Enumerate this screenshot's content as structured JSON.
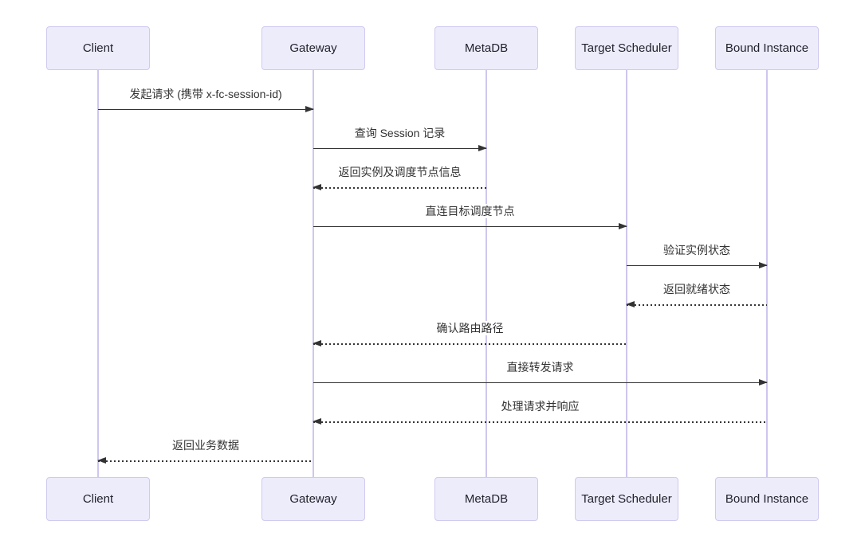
{
  "diagram": {
    "type": "sequence-diagram",
    "actors": [
      {
        "name": "Client"
      },
      {
        "name": "Gateway"
      },
      {
        "name": "MetaDB"
      },
      {
        "name": "Target Scheduler"
      },
      {
        "name": "Bound Instance"
      }
    ],
    "messages": [
      {
        "from": "Client",
        "to": "Gateway",
        "label": "发起请求 (携带 x-fc-session-id)",
        "line": "solid"
      },
      {
        "from": "Gateway",
        "to": "MetaDB",
        "label": "查询 Session 记录",
        "line": "solid"
      },
      {
        "from": "MetaDB",
        "to": "Gateway",
        "label": "返回实例及调度节点信息",
        "line": "dashed"
      },
      {
        "from": "Gateway",
        "to": "Target Scheduler",
        "label": "直连目标调度节点",
        "line": "solid"
      },
      {
        "from": "Target Scheduler",
        "to": "Bound Instance",
        "label": "验证实例状态",
        "line": "solid"
      },
      {
        "from": "Bound Instance",
        "to": "Target Scheduler",
        "label": "返回就绪状态",
        "line": "dashed"
      },
      {
        "from": "Target Scheduler",
        "to": "Gateway",
        "label": "确认路由路径",
        "line": "dashed"
      },
      {
        "from": "Gateway",
        "to": "Bound Instance",
        "label": "直接转发请求",
        "line": "solid"
      },
      {
        "from": "Bound Instance",
        "to": "Gateway",
        "label": "处理请求并响应",
        "line": "dashed"
      },
      {
        "from": "Gateway",
        "to": "Client",
        "label": "返回业务数据",
        "line": "dashed"
      }
    ],
    "colors": {
      "actor_fill": "#ECECFB",
      "actor_border": "#CFCAF0",
      "lifeline": "#CFC6EE",
      "message_line": "#333333",
      "text": "#333333",
      "background": "#FFFFFF"
    }
  }
}
